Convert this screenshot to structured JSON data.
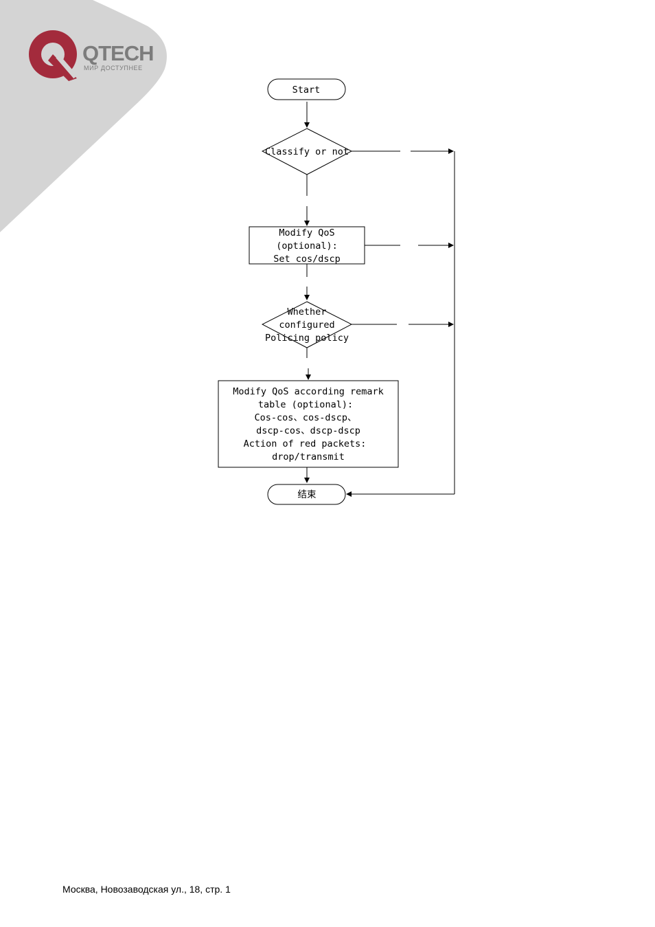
{
  "brand": {
    "name": "QTECH",
    "tagline": "МИР ДОСТУПНЕЕ",
    "logo_color": "#a32b3c",
    "corner_color": "#d4d4d4"
  },
  "flowchart": {
    "start": "Start",
    "classify": "Classify or not",
    "modify_qos": [
      "Modify QoS",
      "(optional):",
      "Set cos/dscp"
    ],
    "policing": [
      "Whether",
      "configured",
      "Policing policy"
    ],
    "remark": [
      "Modify QoS according remark",
      "table (optional):",
      "Cos-cos、cos-dscp、",
      "dscp-cos、dscp-dscp",
      "Action of red packets:",
      "drop/transmit"
    ],
    "end": "结束"
  },
  "footer": {
    "address": "Москва, Новозаводская ул., 18, стр. 1"
  }
}
